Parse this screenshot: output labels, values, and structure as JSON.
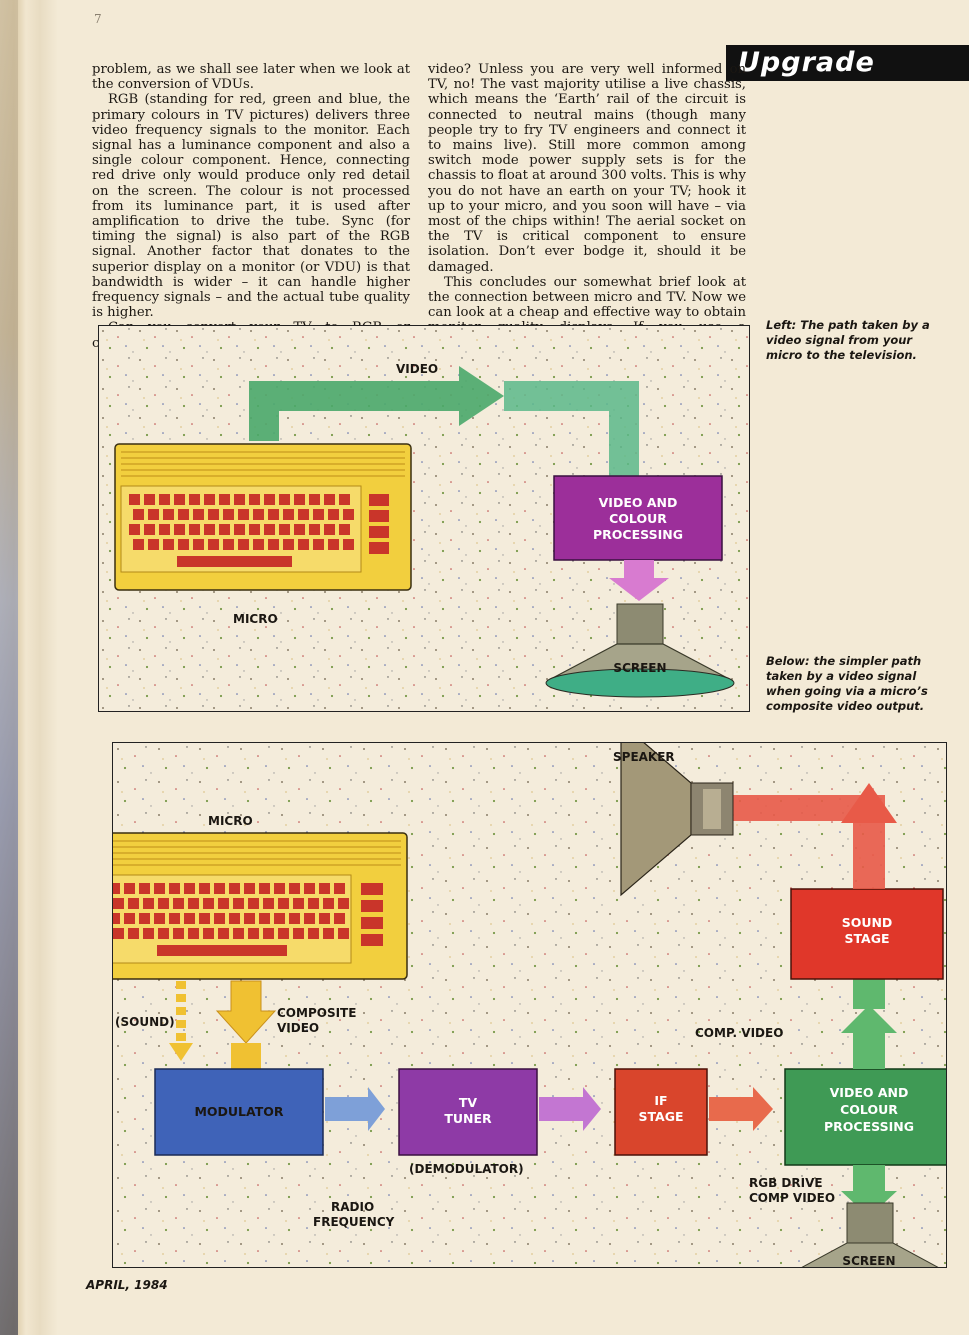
{
  "page": {
    "page_number": "7",
    "section_tag": "Upgrade",
    "footer_date": "APRIL, 1984"
  },
  "article": {
    "left_column": [
      "problem, as we shall see later when we look at the conversion of VDUs.",
      "RGB (standing for red, green and blue, the primary colours in TV pictures) delivers three video frequency signals to the monitor. Each signal has a luminance component and also a single colour component. Hence, connecting red drive only would produce only red detail on the screen. The colour is not processed from its luminance part, it is used after amplification to drive the tube. Sync (for timing the signal) is also part of the RGB signal. Another factor that donates to the superior display on a monitor (or VDU) is that bandwidth is wider – it can handle higher frequency signals – and the actual tube quality is higher.",
      "Can you convert your TV to RGB or composite"
    ],
    "right_column": [
      "video? Unless you are very well informed on TV, no! The vast majority utilise a live chassis, which means the ‘Earth’ rail of the circuit is connected to neutral mains (though many people try to fry TV engineers and connect it to mains live). Still more common among switch mode power supply sets is for the chassis to float at around 300 volts. This is why you do not have an earth on your TV; hook it up to your micro, and you soon will have – via most of the chips within! The aerial socket on the TV is critical component to ensure isolation. Don’t ever bodge it, should it be damaged.",
      "This concludes our somewhat brief look at the connection between micro and TV. Now we can look at a cheap and effective way to obtain monitor quality displays. If you use a monochrome"
    ],
    "continue_marker": "▶"
  },
  "captions": {
    "top": "Left: The path taken by a video signal from your micro to the television.",
    "bottom": "Below: the simpler path taken by a video signal when going via a micro’s composite video output."
  },
  "diagram_top": {
    "micro_label": "MICRO",
    "video_label": "VIDEO",
    "processing_label": [
      "VIDEO AND",
      "COLOUR",
      "PROCESSING"
    ],
    "screen_label": "SCREEN",
    "colors": {
      "micro": "#f2cf3e",
      "keys": "#c9352a",
      "processing": "#9c2f9a",
      "arrow_green": "#4aa86a",
      "arrow_pink": "#d87bd0",
      "screen_base": "#3fae86"
    }
  },
  "diagram_bottom": {
    "micro_label": "MICRO",
    "sound_label": "(SOUND)",
    "composite_label": [
      "COMPOSITE",
      "VIDEO"
    ],
    "modulator_label": "MODULATOR",
    "tuner_label": [
      "TV",
      "TUNER"
    ],
    "demodulator_label": "(DEMODULATOR)",
    "if_label": [
      "IF",
      "STAGE"
    ],
    "processing_label": [
      "VIDEO AND",
      "COLOUR",
      "PROCESSING"
    ],
    "comp_video_label": "COMP. VIDEO",
    "radio_label": [
      "RADIO",
      "FREQUENCY"
    ],
    "rgb_label": [
      "RGB DRIVE",
      "COMP VIDEO"
    ],
    "sound_stage_label": [
      "SOUND",
      "STAGE"
    ],
    "speaker_label": "SPEAKER",
    "screen_label": "SCREEN",
    "colors": {
      "modulator": "#3f63b8",
      "tuner": "#8e3aa6",
      "if": "#d9452c",
      "processing": "#3f9a55",
      "sound": "#e0372a",
      "arrow_yellow": "#f0c132"
    }
  }
}
